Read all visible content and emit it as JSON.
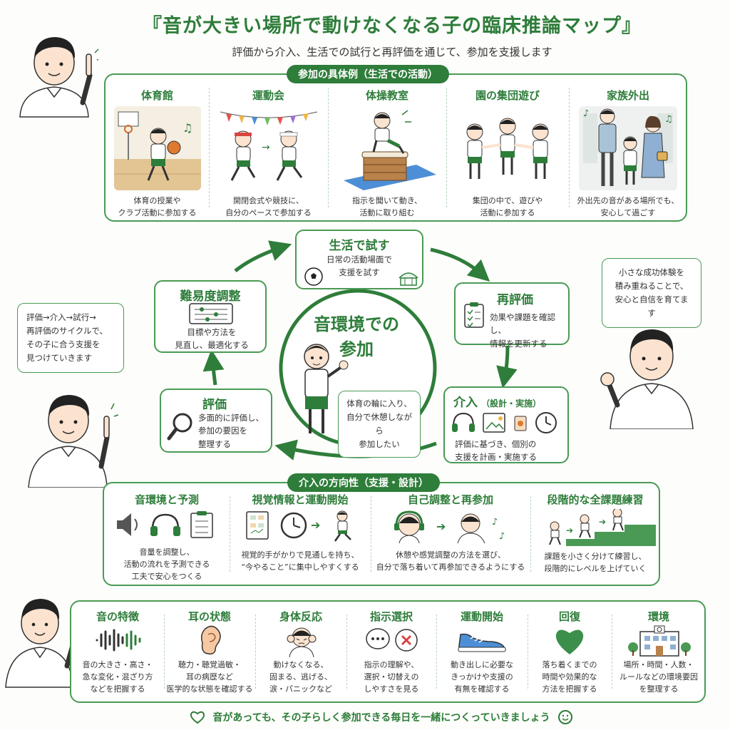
{
  "title": "『音が大きい場所で動けなくなる子の臨床推論マップ』",
  "subtitle": "評価から介入、生活での試行と再評価を通じて、参加を支援します",
  "participation": {
    "header": "参加の具体例（生活での活動）",
    "items": [
      {
        "title": "体育館",
        "desc1": "体育の授業や",
        "desc2": "クラブ活動に参加する"
      },
      {
        "title": "運動会",
        "desc1": "開閉会式や競技に、",
        "desc2": "自分のペースで参加する"
      },
      {
        "title": "体操教室",
        "desc1": "指示を聞いて動き、",
        "desc2": "活動に取り組む"
      },
      {
        "title": "園の集団遊び",
        "desc1": "集団の中で、遊びや",
        "desc2": "活動に参加する"
      },
      {
        "title": "家族外出",
        "desc1": "外出先の音がある場所でも、",
        "desc2": "安心して過ごす"
      }
    ]
  },
  "cycle": {
    "center_title1": "音環境での",
    "center_title2": "参加",
    "center_speech1": "体育の輪に入り、",
    "center_speech2": "自分で休憩しながら",
    "center_speech3": "参加したい",
    "try": {
      "title": "生活で試す",
      "desc1": "日常の活動場面で",
      "desc2": "支援を試す"
    },
    "reeval": {
      "title": "再評価",
      "desc1": "効果や課題を確認し、",
      "desc2": "情報を更新する"
    },
    "intervene": {
      "title": "介入",
      "title_sub": "（設計・実施）",
      "desc1": "評価に基づき、個別の",
      "desc2": "支援を計画・実施する"
    },
    "evaluate": {
      "title": "評価",
      "desc1": "多面的に評価し、",
      "desc2": "参加の要因を",
      "desc3": "整理する"
    },
    "adjust": {
      "title": "難易度調整",
      "desc1": "目標や方法を",
      "desc2": "見直し、最適化する"
    }
  },
  "bubbles": {
    "left1": "評価→介入→試行→",
    "left2": "再評価のサイクルで、",
    "left3": "その子に合う支援を",
    "left4": "見つけていきます",
    "right1": "小さな成功体験を",
    "right2": "積み重ねることで、",
    "right3": "安心と自信を育てます"
  },
  "direction": {
    "header": "介入の方向性（支援・設計）",
    "items": [
      {
        "title": "音環境と予測",
        "desc1": "音量を調整し、",
        "desc2": "活動の流れを予測できる",
        "desc3": "工夫で安心をつくる"
      },
      {
        "title": "視覚情報と運動開始",
        "desc1": "視覚的手がかりで見通しを持ち、",
        "desc2": "“今やること”に集中しやすくする",
        "desc3": ""
      },
      {
        "title": "自己調整と再参加",
        "desc1": "休憩や感覚調整の方法を選び、",
        "desc2": "自分で落ち着いて再参加できるようにする",
        "desc3": ""
      },
      {
        "title": "段階的な全課題練習",
        "desc1": "課題を小さく分けて練習し、",
        "desc2": "段階的にレベルを上げていく",
        "desc3": ""
      }
    ]
  },
  "assessment": {
    "items": [
      {
        "title": "音の特徴",
        "desc1": "音の大きさ・高さ・",
        "desc2": "急な変化・混ざり方",
        "desc3": "などを把握する"
      },
      {
        "title": "耳の状態",
        "desc1": "聴力・聴覚過敏・",
        "desc2": "耳の病歴など",
        "desc3": "医学的な状態を確認する"
      },
      {
        "title": "身体反応",
        "desc1": "動けなくなる、",
        "desc2": "固まる、逃げる、",
        "desc3": "涙・パニックなど"
      },
      {
        "title": "指示選択",
        "desc1": "指示の理解や、",
        "desc2": "選択・切替えの",
        "desc3": "しやすさを見る"
      },
      {
        "title": "運動開始",
        "desc1": "動き出しに必要な",
        "desc2": "きっかけや支援の",
        "desc3": "有無を確認する"
      },
      {
        "title": "回復",
        "desc1": "落ち着くまでの",
        "desc2": "時間や効果的な",
        "desc3": "方法を把握する"
      },
      {
        "title": "環境",
        "desc1": "場所・時間・人数・",
        "desc2": "ルールなどの環境要因",
        "desc3": "を整理する"
      }
    ]
  },
  "footer": "音があっても、その子らしく参加できる毎日を一緒につくっていきましょう",
  "colors": {
    "accent": "#2e7d3a",
    "border": "#4a9a55",
    "light": "#e8f3e9"
  }
}
